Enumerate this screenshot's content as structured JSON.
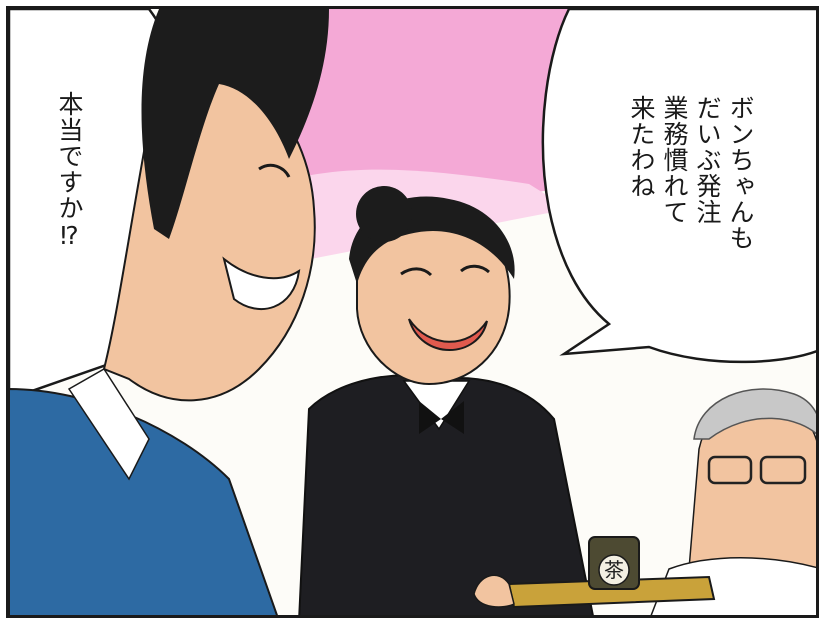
{
  "speech": {
    "left": "本当ですか⁉",
    "right": "ボンちゃんも\nだいぶ発注\n業務慣れて\n来たわね"
  },
  "props": {
    "cup_mark": "茶"
  },
  "colors": {
    "pink_background": "#f4a9d6",
    "suit_blue": "#2d6aa3",
    "skin": "#f2c4a0",
    "black_suit": "#1e1e22",
    "tray_gold": "#c9a23a"
  }
}
